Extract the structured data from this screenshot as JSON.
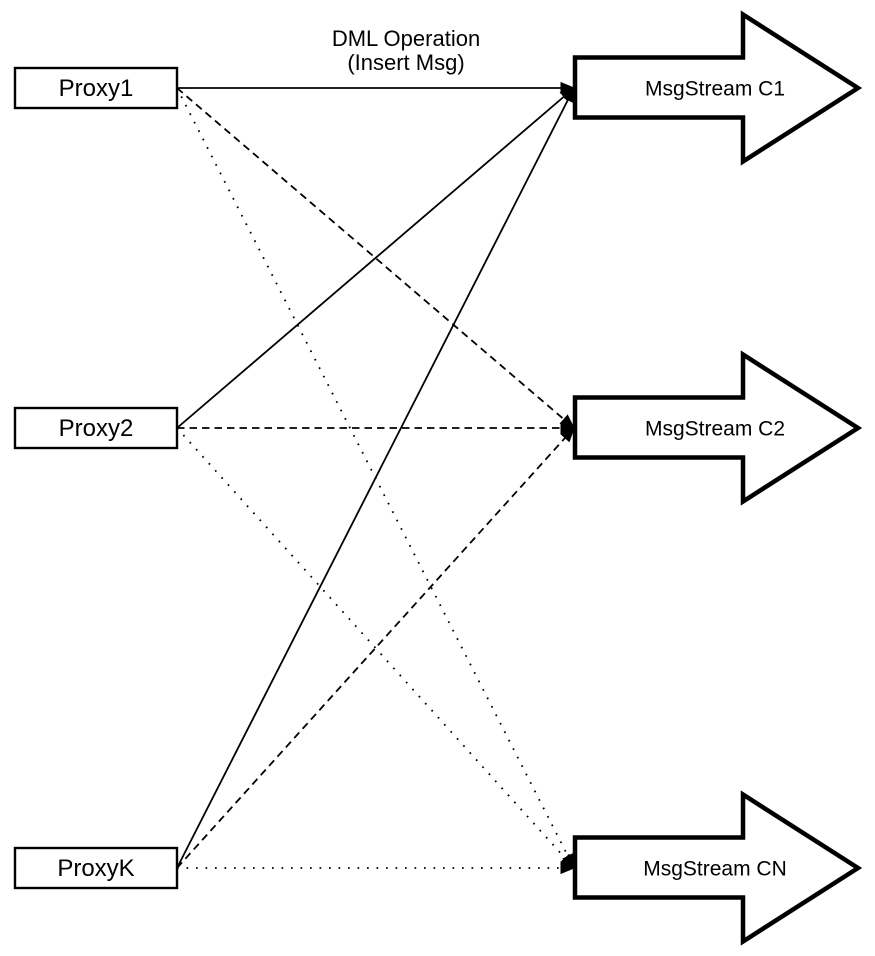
{
  "diagram": {
    "top_label": {
      "line1": "DML Operation",
      "line2": "(Insert Msg)"
    },
    "proxies": [
      {
        "label": "Proxy1"
      },
      {
        "label": "Proxy2"
      },
      {
        "label": "ProxyK"
      }
    ],
    "streams": [
      {
        "label": "MsgStream C1",
        "incoming_line_style": "solid"
      },
      {
        "label": "MsgStream C2",
        "incoming_line_style": "dashed"
      },
      {
        "label": "MsgStream CN",
        "incoming_line_style": "dotted"
      }
    ],
    "connections": [
      {
        "from": "Proxy1",
        "to": "MsgStream C1",
        "style": "solid"
      },
      {
        "from": "Proxy1",
        "to": "MsgStream C2",
        "style": "dashed"
      },
      {
        "from": "Proxy1",
        "to": "MsgStream CN",
        "style": "dotted"
      },
      {
        "from": "Proxy2",
        "to": "MsgStream C1",
        "style": "solid"
      },
      {
        "from": "Proxy2",
        "to": "MsgStream C2",
        "style": "dashed"
      },
      {
        "from": "Proxy2",
        "to": "MsgStream CN",
        "style": "dotted"
      },
      {
        "from": "ProxyK",
        "to": "MsgStream C1",
        "style": "solid"
      },
      {
        "from": "ProxyK",
        "to": "MsgStream C2",
        "style": "dashed"
      },
      {
        "from": "ProxyK",
        "to": "MsgStream CN",
        "style": "dotted"
      }
    ],
    "colors": {
      "ink": "#000000",
      "background": "#ffffff",
      "node_fill": "#ffffff"
    }
  }
}
